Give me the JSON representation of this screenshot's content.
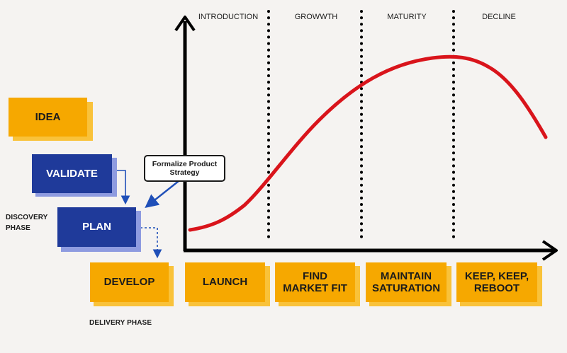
{
  "stages": {
    "introduction": "INTRODUCTION",
    "growth": "GROWWTH",
    "maturity": "MATURITY",
    "decline": "DECLINE"
  },
  "boxes": {
    "idea": "IDEA",
    "validate": "VALIDATE",
    "plan": "PLAN",
    "develop": "DEVELOP",
    "launch": "LAUNCH",
    "find_market_fit": "FIND MARKET FIT",
    "maintain_saturation": "MAINTAIN SATURATION",
    "keep_keep_reboot": "KEEP, KEEP, REBOOT"
  },
  "callout": "Formalize Product Strategy",
  "phases": {
    "discovery": "DISCOVERY PHASE",
    "delivery": "DELIVERY PHASE"
  },
  "colors": {
    "orange": "#f6a800",
    "blue": "#1f3a9a",
    "curve": "#d9141b",
    "background": "#f5f3f1"
  }
}
